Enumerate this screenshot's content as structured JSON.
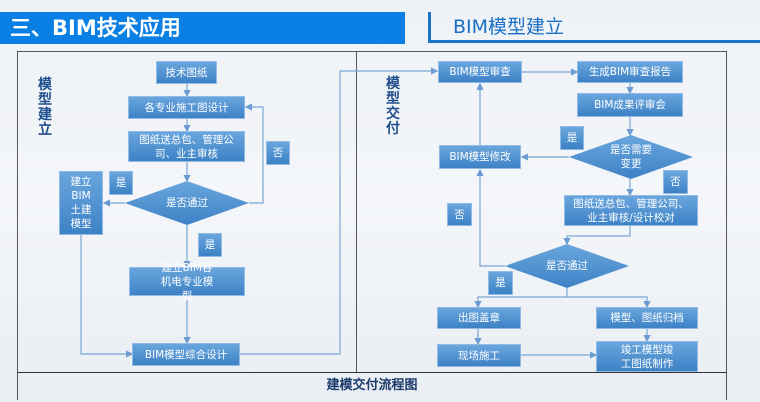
{
  "header": {
    "title": "三、BIM技术应用",
    "subtitle": "BIM模型建立"
  },
  "footer": {
    "caption": "建模交付流程图"
  },
  "left": {
    "section_label": "模型建立",
    "tech_drawings": "技术图纸",
    "design": "各专业施工图设计",
    "review": "图纸送总包、管理公司、业主审核",
    "decision": "是否通过",
    "civil_model": "建立BIM土建模型",
    "yes1": "是",
    "no1": "否",
    "yes2": "是",
    "mep_model": "建立BIM各机电专业模型",
    "integrated": "BIM模型综合设计"
  },
  "right": {
    "section_label": "模型交付",
    "model_review": "BIM模型审查",
    "report": "生成BIM审查报告",
    "meeting": "BIM成果评审会",
    "yes1": "是",
    "decision1": "是否需要变更",
    "model_modify": "BIM模型修改",
    "no1": "否",
    "review": "图纸送总包、管理公司、业主审核/设计校对",
    "no2": "否",
    "decision2": "是否通过",
    "yes2": "是",
    "stamp": "出图盖章",
    "archive": "模型、图纸归档",
    "construction": "现场施工",
    "as_built": "竣工模型竣工图纸制作"
  },
  "colors": {
    "header": "#0a80e4",
    "box": "#4a8fd0",
    "line": "#7aa7d6"
  }
}
